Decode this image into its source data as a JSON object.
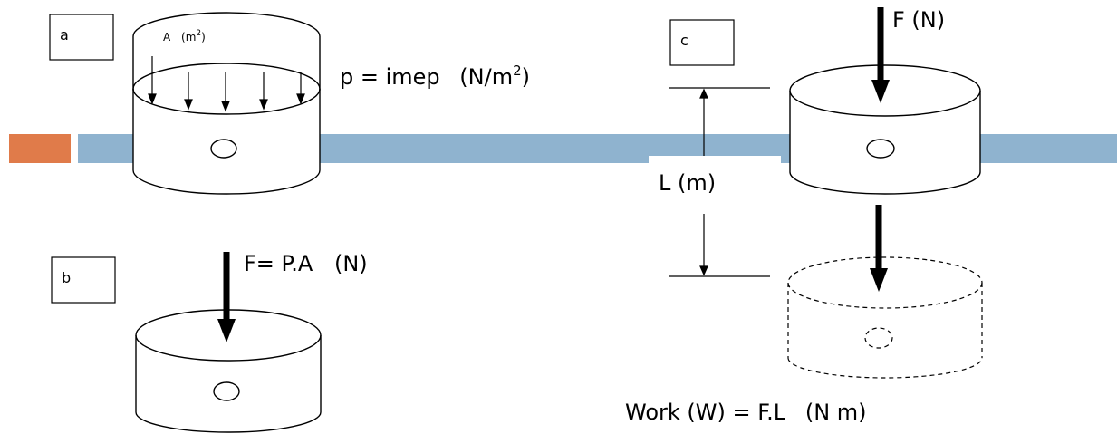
{
  "panels": {
    "a": {
      "label": "a",
      "area_label": "A",
      "area_unit": "(m",
      "area_exp": "2",
      "area_close": ")",
      "pressure_label": "p = imep",
      "pressure_unit": "(N/m",
      "pressure_exp": "2",
      "pressure_close": ")"
    },
    "b": {
      "label": "b",
      "force_label": "F= P.A",
      "force_unit": "(N)"
    },
    "c": {
      "label": "c",
      "force_label": "F (N)",
      "length_label": "L (m)",
      "work_label": "Work (W) = F.L",
      "work_unit": "(N m)"
    }
  },
  "colors": {
    "bar": "#8fb3cf",
    "accent": "#e07b4a",
    "stroke": "#000000"
  }
}
